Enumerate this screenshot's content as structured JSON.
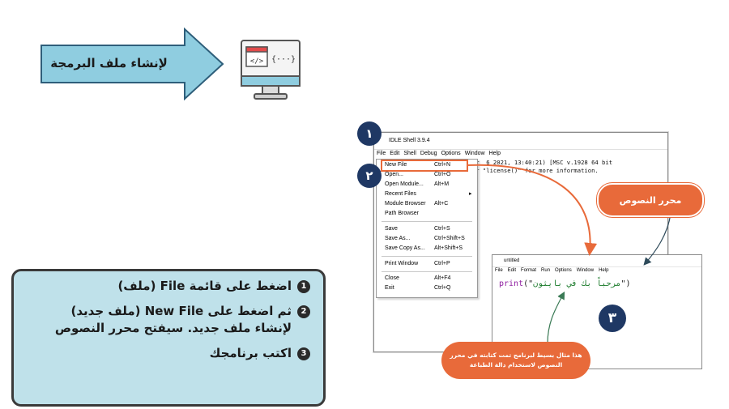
{
  "banner": {
    "text": "لإنشاء ملف البرمجة",
    "fill_color": "#8fcde0",
    "border_color": "#2e5e7a"
  },
  "monitor_icon": {
    "name": "code-monitor-icon",
    "code_symbol": "</>",
    "braces": "{···}"
  },
  "shell_window": {
    "title": "IDLE Shell 3.9.4",
    "menu": [
      "File",
      "Edit",
      "Shell",
      "Debug",
      "Options",
      "Window",
      "Help"
    ],
    "text_lines": [
      "f2e308, Apr  6 2021, 13:40:21) [MSC v.1928 64 bit",
      "credits\" or \"license()\" for more information."
    ]
  },
  "file_menu": {
    "items": [
      {
        "label": "New File",
        "shortcut": "Ctrl+N"
      },
      {
        "label": "Open...",
        "shortcut": "Ctrl+O"
      },
      {
        "label": "Open Module...",
        "shortcut": "Alt+M"
      },
      {
        "label": "Recent Files",
        "shortcut": "▸"
      },
      {
        "label": "Module Browser",
        "shortcut": "Alt+C"
      },
      {
        "label": "Path Browser",
        "shortcut": ""
      },
      {
        "label": "Save",
        "shortcut": "Ctrl+S"
      },
      {
        "label": "Save As...",
        "shortcut": "Ctrl+Shift+S"
      },
      {
        "label": "Save Copy As...",
        "shortcut": "Alt+Shift+S"
      },
      {
        "label": "Print Window",
        "shortcut": "Ctrl+P"
      },
      {
        "label": "Close",
        "shortcut": "Alt+F4"
      },
      {
        "label": "Exit",
        "shortcut": "Ctrl+Q"
      }
    ]
  },
  "editor_window": {
    "title": "untitled",
    "menu": [
      "File",
      "Edit",
      "Format",
      "Run",
      "Options",
      "Window",
      "Help"
    ],
    "code_keyword": "print",
    "code_open": "(\"",
    "code_string": "مرحباً بك في بايثون",
    "code_close": "\")"
  },
  "badges": {
    "one": "١",
    "two": "٢",
    "three": "٣",
    "color": "#1f3864"
  },
  "callouts": {
    "editor": "محرر النصوص",
    "example": "هذا مثال بسيط لبرنامج تمت كتابته في محرر النصوص لاستخدام دالة الطباعة",
    "color": "#e86a3a"
  },
  "instructions": {
    "steps": [
      {
        "num": "1",
        "before": "اضغط على قائمة ",
        "en": "File",
        "after": " (ملف)",
        "line2": ""
      },
      {
        "num": "2",
        "before": "ثم اضغط على ",
        "en": "New File",
        "after": " (ملف جديد)",
        "line2": "لإنشاء ملف جديد. سيفتح محرر النصوص"
      },
      {
        "num": "3",
        "before": "اكتب برنامجك",
        "en": "",
        "after": "",
        "line2": ""
      }
    ],
    "background": "#bfe1ea"
  }
}
